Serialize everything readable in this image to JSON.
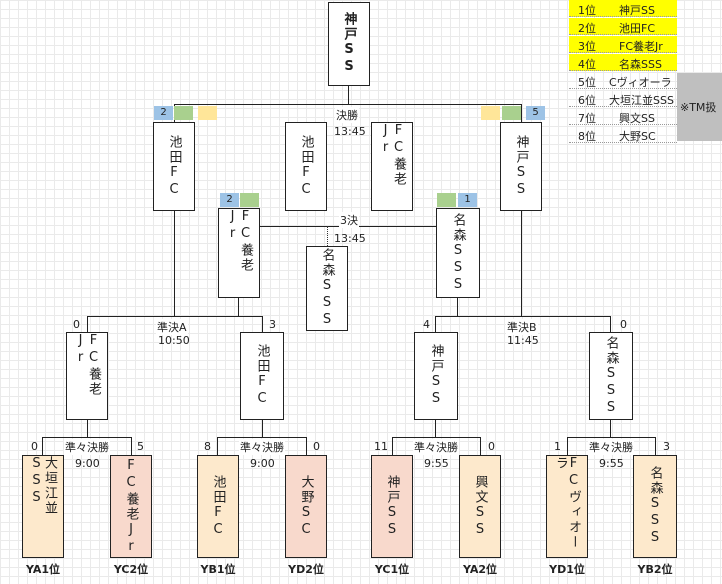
{
  "champion": "神戸SS",
  "final": {
    "label": "決勝",
    "time": "13:45",
    "left_team": "池田FC",
    "right_team": "神戸SS",
    "left_score": "2",
    "right_score": "5"
  },
  "final_losers_col": {
    "a": "池田FC",
    "b": "FC養老Jr"
  },
  "third_place": {
    "label": "3決",
    "time": "13:45",
    "left_team": "FC養老Jr",
    "right_team": "名森SSS",
    "left_score": "2",
    "right_score": "1",
    "loser": "名森SSS"
  },
  "semis": [
    {
      "label": "準決A",
      "time": "10:50",
      "left_score": "0",
      "right_score": "3"
    },
    {
      "label": "準決B",
      "time": "11:45",
      "left_score": "4",
      "right_score": "0"
    }
  ],
  "quarters": [
    {
      "label": "準々決勝",
      "time": "9:00",
      "winner": "FC養老Jr",
      "left_score": "0",
      "right_score": "5"
    },
    {
      "label": "準々決勝",
      "time": "9:00",
      "winner": "池田FC",
      "left_score": "8",
      "right_score": "0"
    },
    {
      "label": "準々決勝",
      "time": "9:55",
      "winner": "神戸SS",
      "left_score": "11",
      "right_score": "0"
    },
    {
      "label": "準々決勝",
      "time": "9:55",
      "winner": "名森SSS",
      "left_score": "1",
      "right_score": "3"
    }
  ],
  "first_round": [
    {
      "team": "大垣江並SSS",
      "slot": "YA1位"
    },
    {
      "team": "FC養老Jr",
      "slot": "YC2位"
    },
    {
      "team": "池田FC",
      "slot": "YB1位"
    },
    {
      "team": "大野SC",
      "slot": "YD2位"
    },
    {
      "team": "神戸SS",
      "slot": "YC1位"
    },
    {
      "team": "興文SS",
      "slot": "YA2位"
    },
    {
      "team": "FCヴィオーラ",
      "slot": "YD1位"
    },
    {
      "team": "名森SSS",
      "slot": "YB2位"
    }
  ],
  "rankings": [
    {
      "place": "1位",
      "team": "神戸SS"
    },
    {
      "place": "2位",
      "team": "池田FC"
    },
    {
      "place": "3位",
      "team": "FC養老Jr"
    },
    {
      "place": "4位",
      "team": "名森SSS"
    },
    {
      "place": "5位",
      "team": "Cヴィオーラ"
    },
    {
      "place": "6位",
      "team": "大垣江並SSS"
    },
    {
      "place": "7位",
      "team": "興文SS"
    },
    {
      "place": "8位",
      "team": "大野SC"
    }
  ],
  "tm_note": "※TM扱",
  "colors": {
    "highlight": "#ffff00",
    "peach": "#fde9cc",
    "pink": "#f8d9cc",
    "blue": "#9dc3e6",
    "green": "#a9d08e",
    "yellow": "#ffe699"
  }
}
